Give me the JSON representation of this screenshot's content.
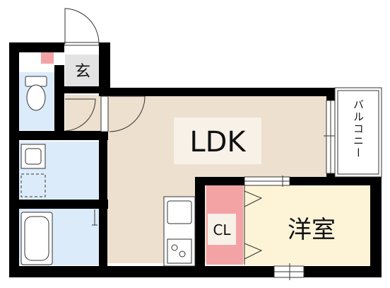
{
  "rooms": {
    "ldk": "LDK",
    "western_room": "洋室",
    "closet": "CL",
    "entrance": "玄",
    "balcony": "バルコニー"
  },
  "colors": {
    "wall": "#000000",
    "ldk_floor": "#ede0cf",
    "western_floor": "#fdf4d8",
    "closet_floor": "#f4a3a5",
    "wet_area": "#dcebfa",
    "entrance_floor": "#e3e3e3",
    "label_bg": "#f7f1e8"
  }
}
